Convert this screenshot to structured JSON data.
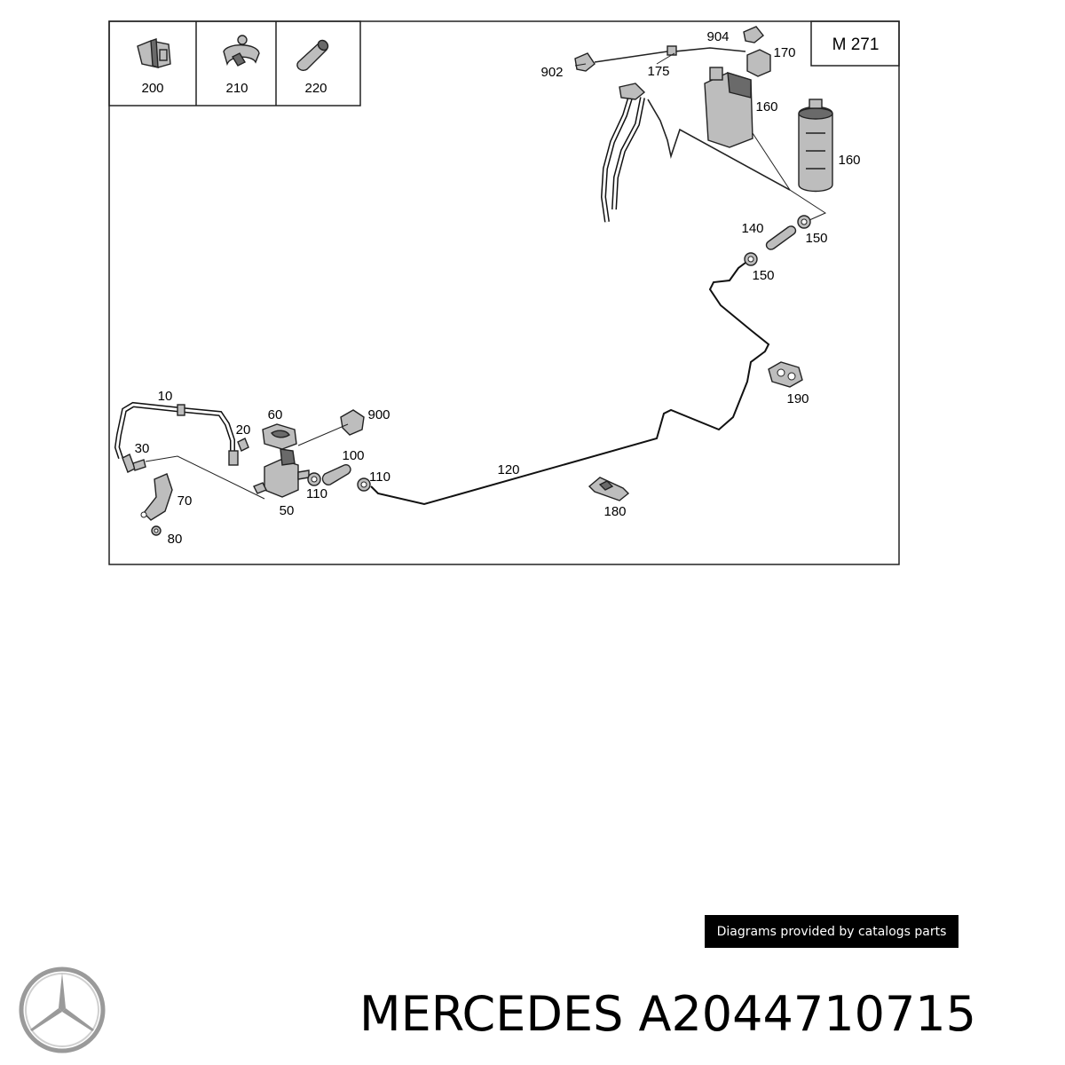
{
  "diagram": {
    "engine_code": "M 271",
    "legend_parts": [
      "200",
      "210",
      "220"
    ],
    "callouts": {
      "p10": "10",
      "p20": "20",
      "p30": "30",
      "p50": "50",
      "p60": "60",
      "p70": "70",
      "p80": "80",
      "p100": "100",
      "p110a": "110",
      "p110b": "110",
      "p120": "120",
      "p140": "140",
      "p150a": "150",
      "p150b": "150",
      "p160a": "160",
      "p160b": "160",
      "p170": "170",
      "p175": "175",
      "p180": "180",
      "p190": "190",
      "p900": "900",
      "p902": "902",
      "p904": "904"
    }
  },
  "footer": {
    "banner_text": "Diagrams provided by catalogs parts",
    "brand_line": "MERCEDES A2044710715"
  },
  "icons": [
    "mercedes-star-logo"
  ]
}
